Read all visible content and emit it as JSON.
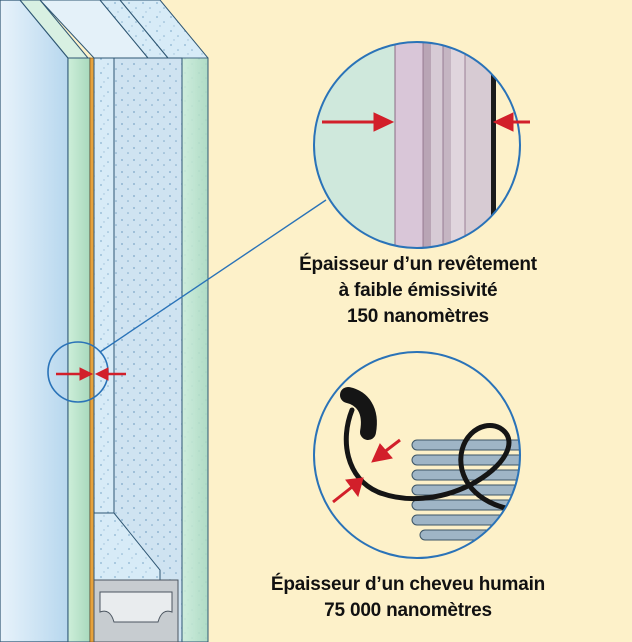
{
  "captions": {
    "coating": {
      "line1": "Épaisseur d’un revêtement",
      "line2": "à faible émissivité",
      "line3": "150 nanomètres"
    },
    "hair": {
      "line1": "Épaisseur d’un cheveu humain",
      "line2": "75 000 nanomètres"
    }
  },
  "colors": {
    "background": "#fdf1c9",
    "glass_face": "#cfe6f5",
    "glass_edge": "#b9e0c9",
    "arrow": "#d21f2a",
    "callout_line": "#2a73b8",
    "coating": "#e6a23c",
    "spacer": "#9aa4ab"
  }
}
